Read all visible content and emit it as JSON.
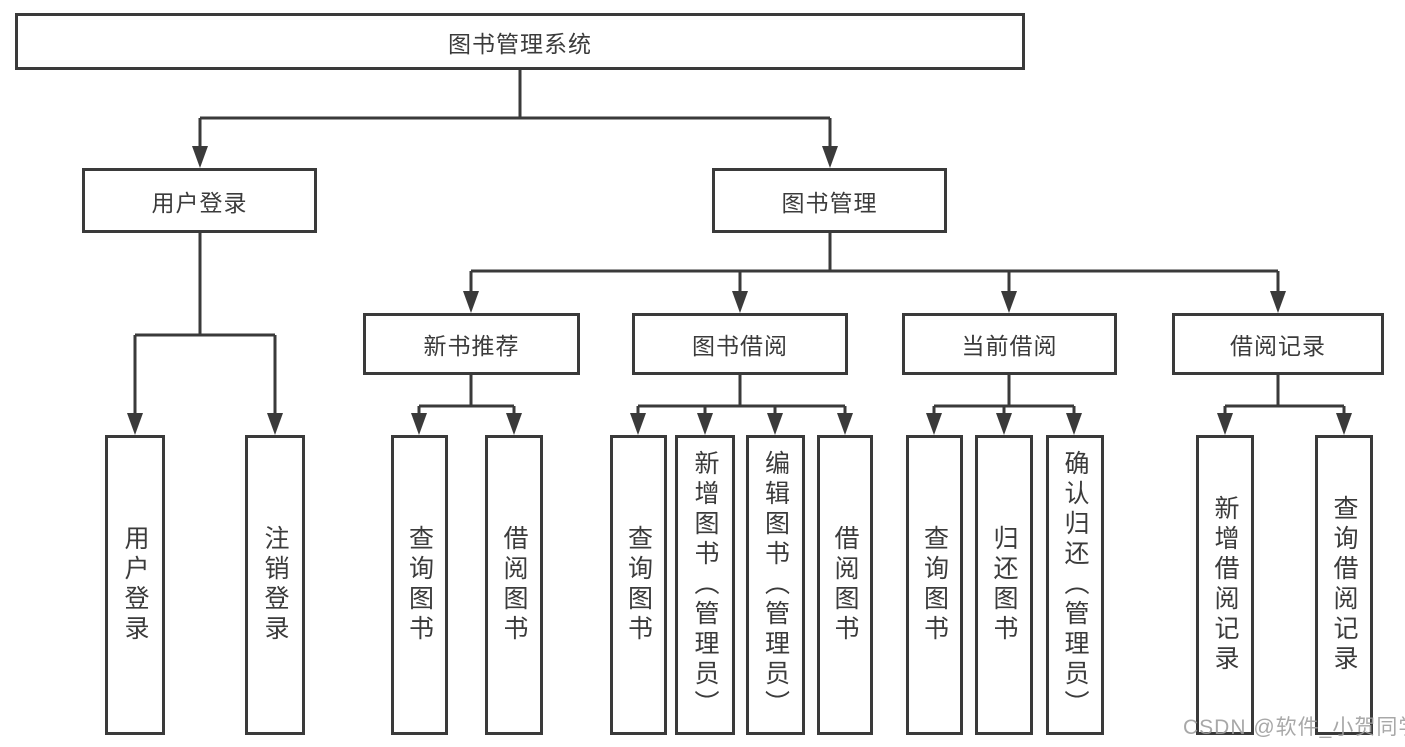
{
  "diagram": {
    "title": "图书管理系统",
    "level2": [
      {
        "label": "用户登录",
        "children": [
          {
            "label": "用户登录"
          },
          {
            "label": "注销登录"
          }
        ]
      },
      {
        "label": "图书管理",
        "children": [
          {
            "label": "新书推荐",
            "children": [
              {
                "label": "查询图书"
              },
              {
                "label": "借阅图书"
              }
            ]
          },
          {
            "label": "图书借阅",
            "children": [
              {
                "label": "查询图书"
              },
              {
                "label": "新增图书（管理员）"
              },
              {
                "label": "编辑图书（管理员）"
              },
              {
                "label": "借阅图书"
              }
            ]
          },
          {
            "label": "当前借阅",
            "children": [
              {
                "label": "查询图书"
              },
              {
                "label": "归还图书"
              },
              {
                "label": "确认归还（管理员）"
              }
            ]
          },
          {
            "label": "借阅记录",
            "children": [
              {
                "label": "新增借阅记录"
              },
              {
                "label": "查询借阅记录"
              }
            ]
          }
        ]
      }
    ]
  },
  "watermark": {
    "text": "CSDN @软件_小贺同学"
  },
  "colors": {
    "line": "#3a3a3a",
    "text": "#3b3b3b",
    "background": "#ffffff",
    "watermark": "#9e9e9e"
  }
}
